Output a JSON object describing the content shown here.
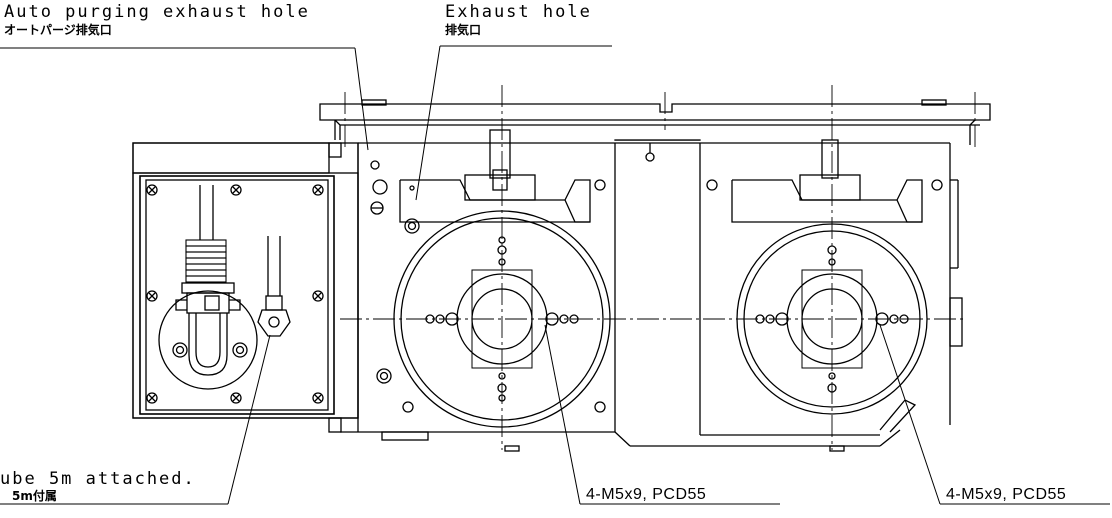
{
  "annotations": {
    "auto_purge_en": "Auto purging exhaust hole",
    "auto_purge_jp": "オートパージ排気口",
    "exhaust_en": "Exhaust hole",
    "exhaust_jp": "排気口",
    "tube_en": "ube 5m attached.",
    "tube_jp": "5m付属",
    "spec_left": "4-M5x9, PCD55",
    "spec_right": "4-M5x9, PCD55"
  },
  "colors": {
    "line": "#000000",
    "background": "#ffffff"
  }
}
